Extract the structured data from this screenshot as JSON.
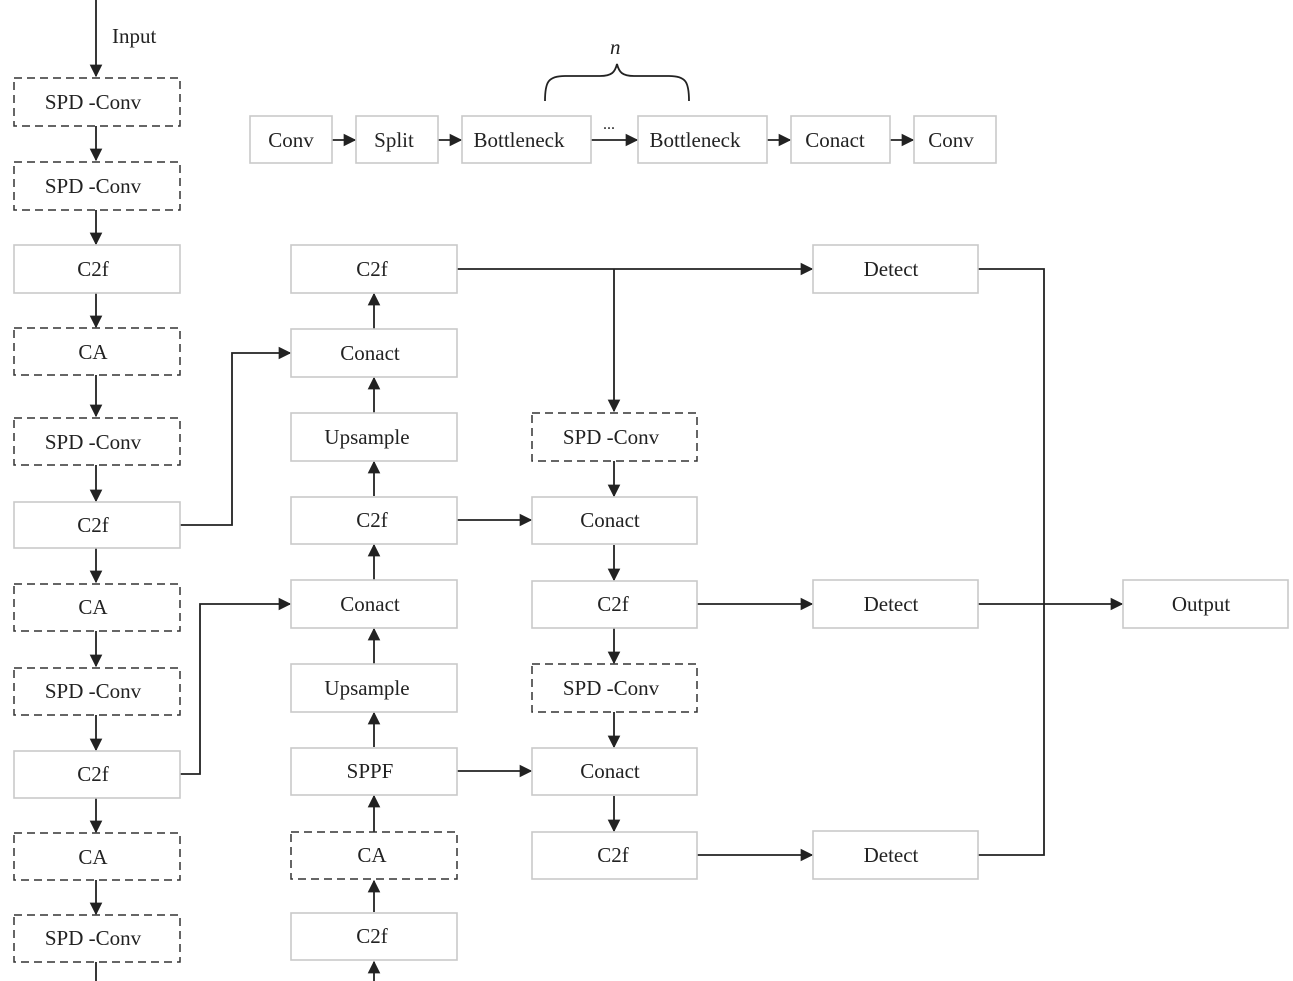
{
  "diagram": {
    "input_label": "Input",
    "repeat_label": "n",
    "ellipsis": "...",
    "backbone": [
      "SPD -Conv",
      "SPD -Conv",
      "C2f",
      "CA",
      "SPD -Conv",
      "C2f",
      "CA",
      "SPD -Conv",
      "C2f",
      "CA",
      "SPD -Conv"
    ],
    "c2f_structure": [
      "Conv",
      "Split",
      "Bottleneck",
      "Bottleneck",
      "Conact",
      "Conv"
    ],
    "neck": [
      "C2f",
      "Conact",
      "Upsample",
      "C2f",
      "Conact",
      "Upsample",
      "SPPF",
      "CA",
      "C2f"
    ],
    "pan": [
      "SPD -Conv",
      "Conact",
      "C2f",
      "SPD -Conv",
      "Conact",
      "C2f"
    ],
    "heads": [
      "Detect",
      "Detect",
      "Detect"
    ],
    "output_label": "Output"
  }
}
